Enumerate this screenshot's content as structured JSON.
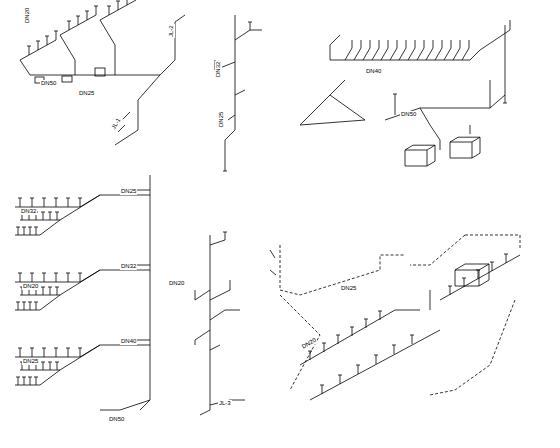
{
  "diagram": {
    "labels": [
      "DN50",
      "DN25",
      "DN20",
      "JL-1",
      "DN32",
      "DN25",
      "DN40",
      "DN50",
      "JL-2",
      "DN32",
      "DN20",
      "DN25",
      "DN25",
      "DN32",
      "DN40",
      "DN20",
      "DN50",
      "JL-3",
      "DN25",
      "DN20"
    ]
  }
}
